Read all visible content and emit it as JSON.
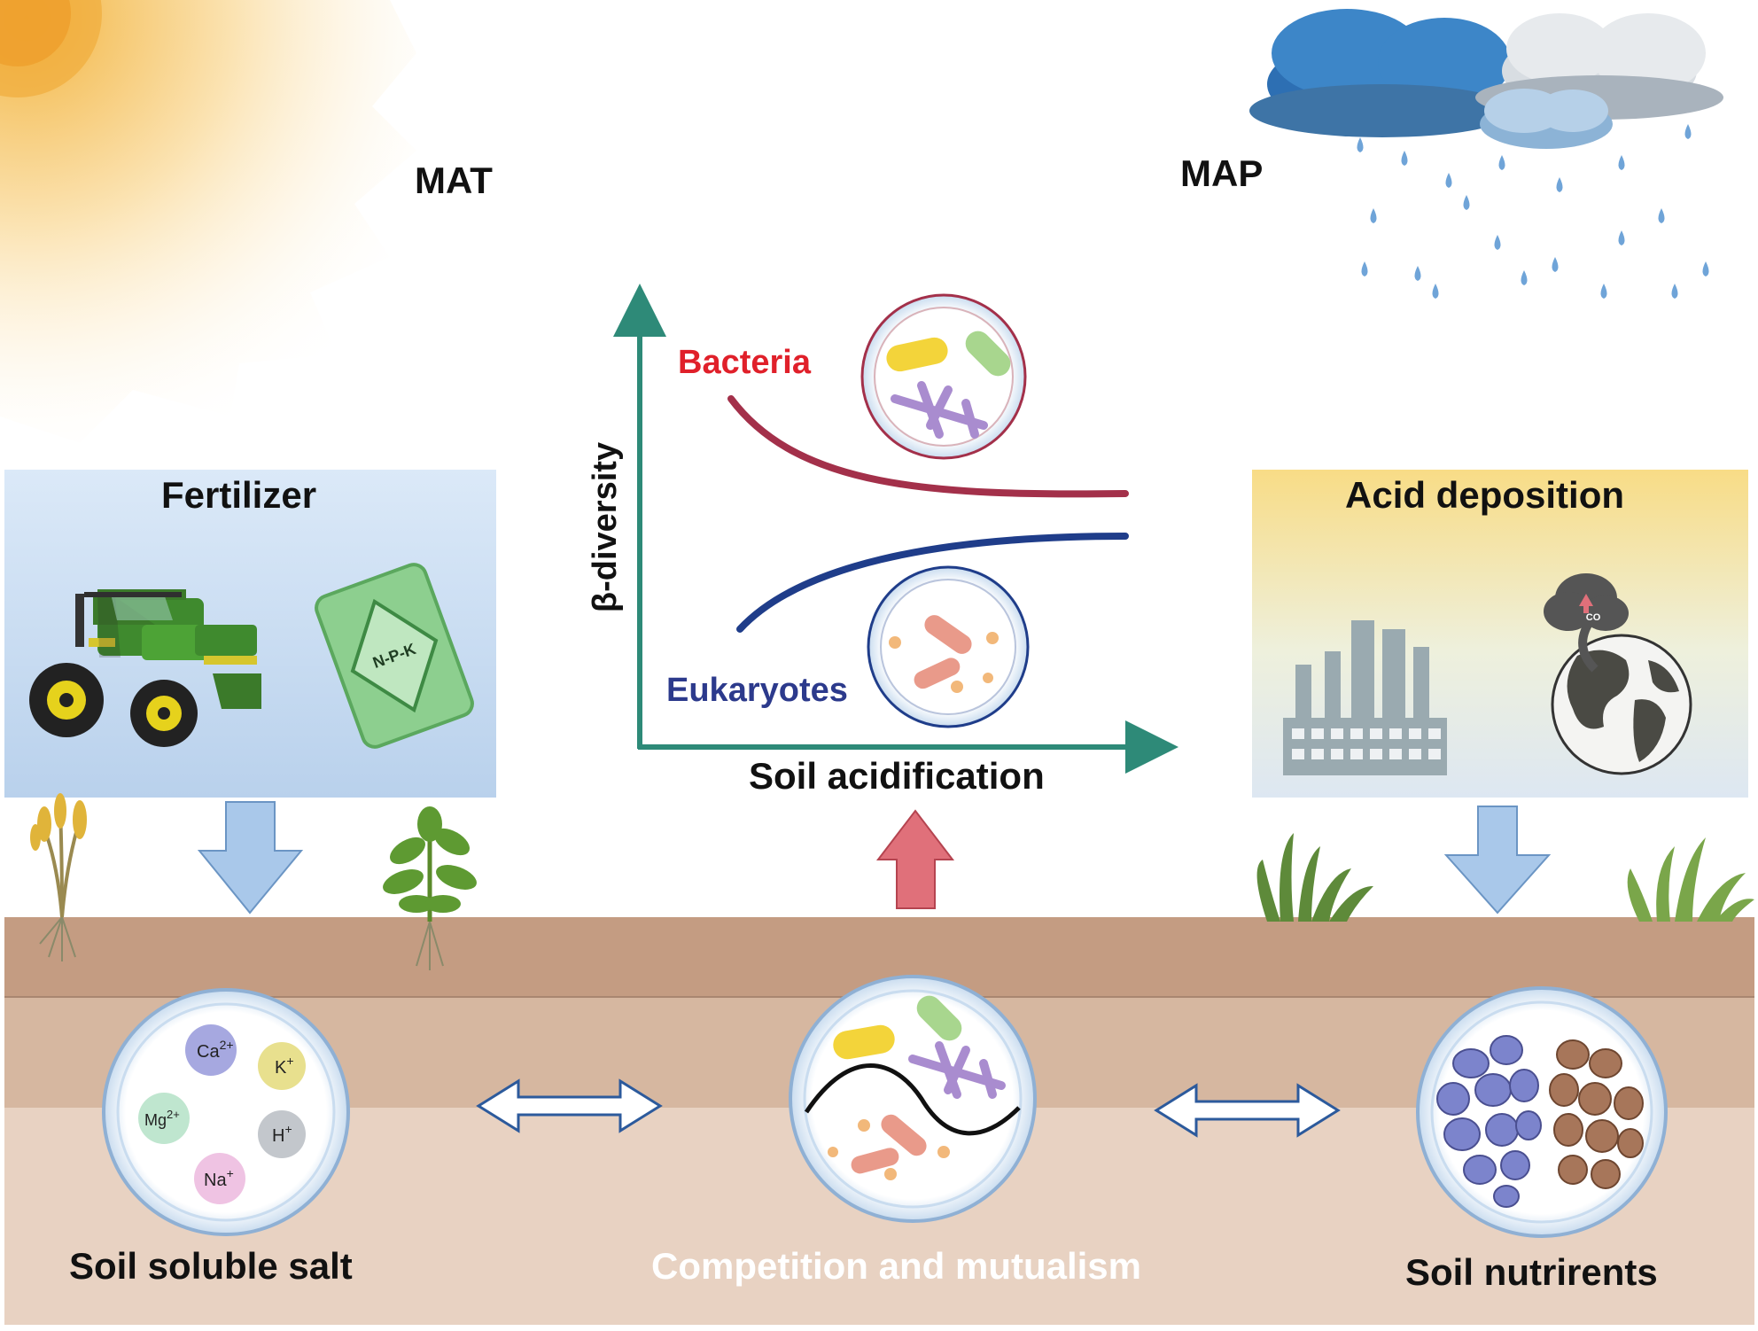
{
  "labels": {
    "mat": "MAT",
    "map": "MAP",
    "fertilizer": "Fertilizer",
    "acid_deposition": "Acid deposition",
    "bacteria": "Bacteria",
    "eukaryotes": "Eukaryotes",
    "y_axis": "β-diversity",
    "x_axis": "Soil acidification",
    "soil_soluble_salt": "Soil soluble salt",
    "competition": "Competition and mutualism",
    "soil_nutrients": "Soil nutrirents",
    "npk": "N-P-K",
    "co2": "CO"
  },
  "ions": {
    "ca": {
      "text": "Ca",
      "sup": "2+"
    },
    "k": {
      "text": "K",
      "sup": "+"
    },
    "mg": {
      "text": "Mg",
      "sup": "2+"
    },
    "h": {
      "text": "H",
      "sup": "+"
    },
    "na": {
      "text": "Na",
      "sup": "+"
    }
  },
  "colors": {
    "bacteria": "#e0202a",
    "eukaryotes": "#2c3a8c",
    "bacteria_curve": "#a3304a",
    "eukaryote_curve": "#1f3d8a",
    "axis": "#2e8a78",
    "soil_top": "#c49c82",
    "soil_mid": "#d6b7a0",
    "soil_bottom": "#e8d2c2",
    "arrow_blue": "#a9c8ea",
    "arrow_red": "#e0707a"
  }
}
